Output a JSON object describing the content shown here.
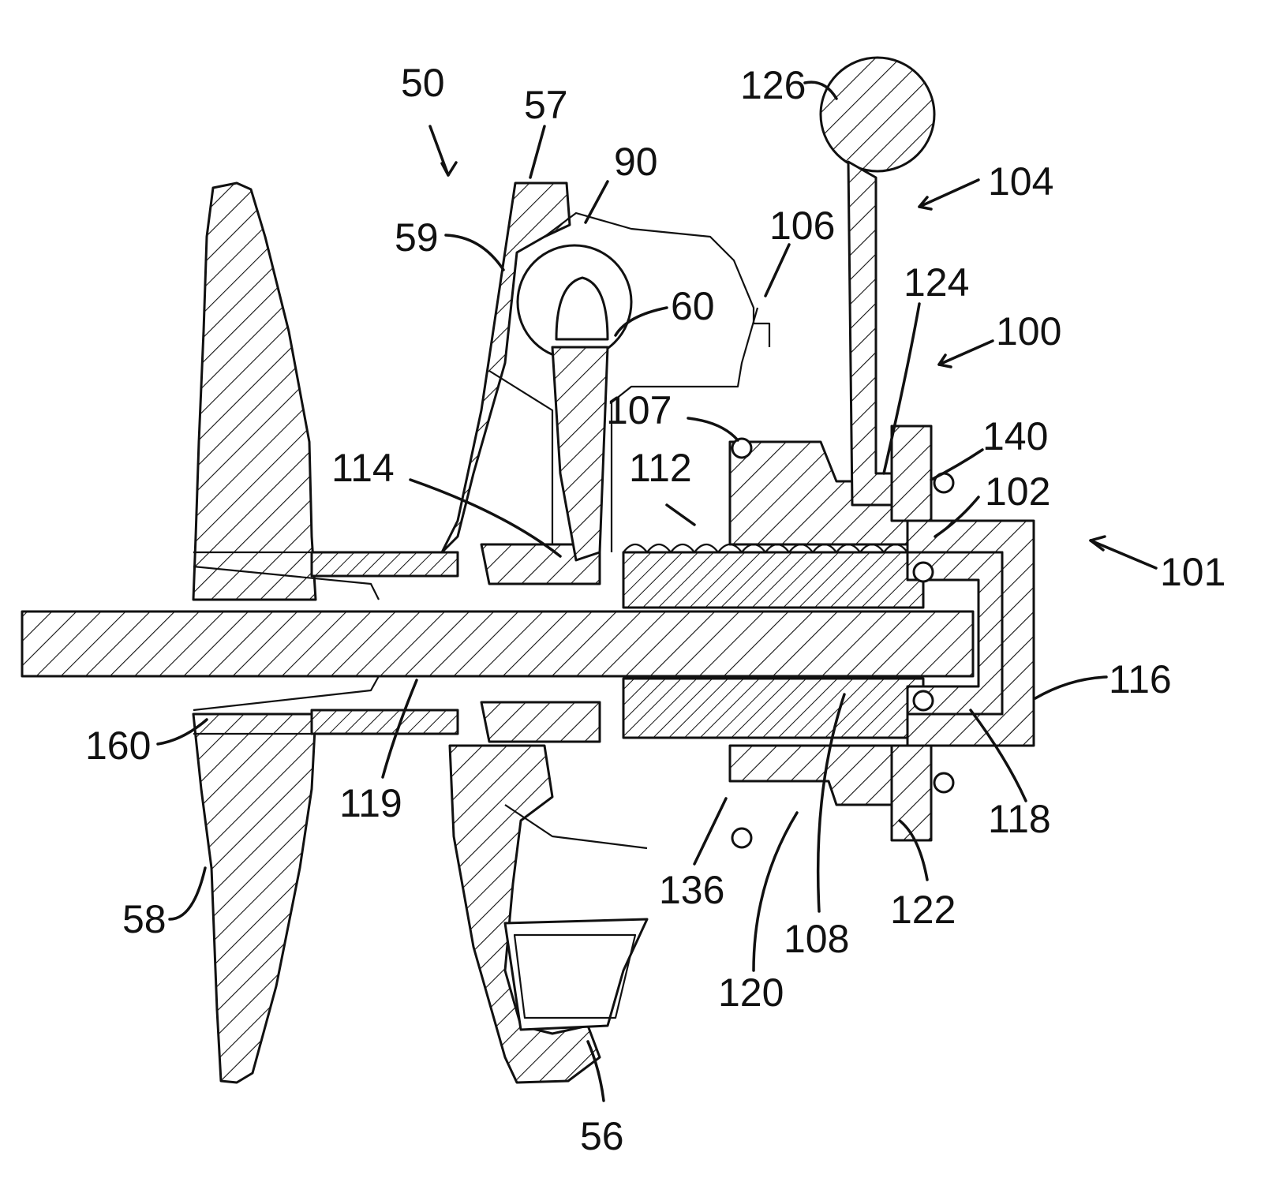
{
  "figure": {
    "labels": [
      {
        "id": "50",
        "text": "50"
      },
      {
        "id": "57",
        "text": "57"
      },
      {
        "id": "126",
        "text": "126"
      },
      {
        "id": "104",
        "text": "104"
      },
      {
        "id": "90",
        "text": "90"
      },
      {
        "id": "59",
        "text": "59"
      },
      {
        "id": "106",
        "text": "106"
      },
      {
        "id": "60",
        "text": "60"
      },
      {
        "id": "124",
        "text": "124"
      },
      {
        "id": "100",
        "text": "100"
      },
      {
        "id": "107",
        "text": "107"
      },
      {
        "id": "140",
        "text": "140"
      },
      {
        "id": "114",
        "text": "114"
      },
      {
        "id": "112",
        "text": "112"
      },
      {
        "id": "102",
        "text": "102"
      },
      {
        "id": "101",
        "text": "101"
      },
      {
        "id": "116",
        "text": "116"
      },
      {
        "id": "160",
        "text": "160"
      },
      {
        "id": "119",
        "text": "119"
      },
      {
        "id": "118",
        "text": "118"
      },
      {
        "id": "58",
        "text": "58"
      },
      {
        "id": "136",
        "text": "136"
      },
      {
        "id": "122",
        "text": "122"
      },
      {
        "id": "108",
        "text": "108"
      },
      {
        "id": "120",
        "text": "120"
      },
      {
        "id": "56",
        "text": "56"
      }
    ]
  }
}
